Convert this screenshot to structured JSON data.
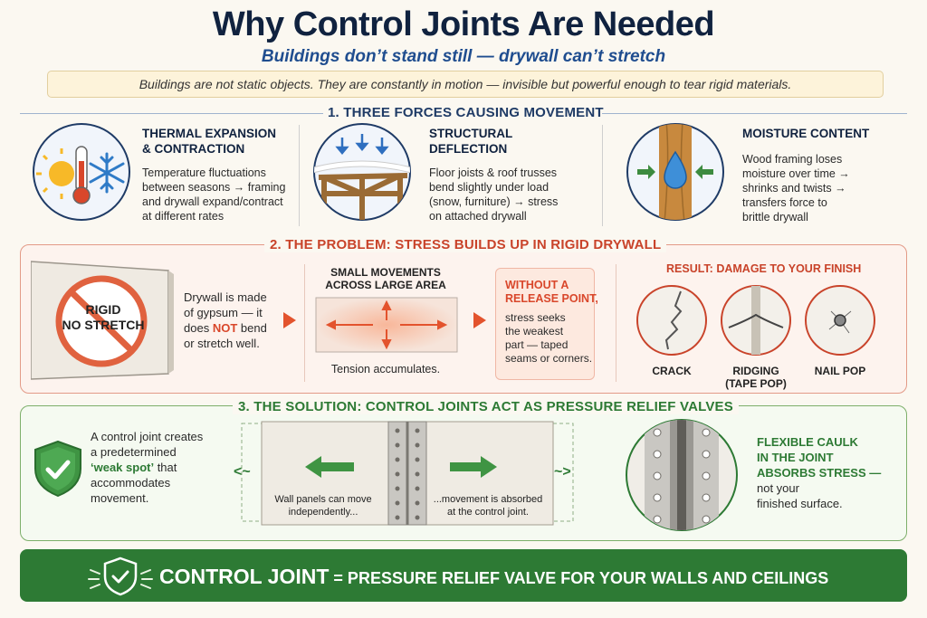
{
  "title": "Why Control Joints Are Needed",
  "subtitle": "Buildings don’t stand still — drywall can’t stretch",
  "intro": "Buildings are not static objects. They are constantly in motion — invisible but powerful enough to tear rigid materials.",
  "section1": {
    "heading": "1. Three Forces Causing Movement",
    "forces": [
      {
        "title_line1": "THERMAL EXPANSION",
        "title_line2": "& CONTRACTION",
        "text": [
          "Temperature fluctuations",
          "between seasons → framing",
          "and drywall expand/contract",
          "at different rates"
        ],
        "icon": "thermometer-sun-snowflake-icon"
      },
      {
        "title_line1": "STRUCTURAL",
        "title_line2": "DEFLECTION",
        "text": [
          "Floor joists & roof trusses",
          "bend slightly under load",
          "(snow, furniture) → stress",
          "on attached drywall"
        ],
        "icon": "roof-truss-icon"
      },
      {
        "title_line1": "MOISTURE CONTENT",
        "title_line2": "",
        "text": [
          "Wood framing loses",
          "moisture over time →",
          "shrinks and twists →",
          "transfers force to",
          "brittle drywall"
        ],
        "icon": "water-drop-wood-icon"
      }
    ]
  },
  "section2": {
    "heading": "2. The Problem: Stress Builds Up in Rigid Drywall",
    "sign_line1": "RIGID",
    "sign_line2": "NO STRETCH",
    "drywall_text": {
      "l1": "Drywall is made",
      "l2": "of gypsum — it",
      "l3a": "does ",
      "l3b": "NOT",
      "l3c": " bend",
      "l4": "or stretch well."
    },
    "small_moves_line1": "SMALL MOVEMENTS",
    "small_moves_line2": "ACROSS LARGE AREA",
    "tension": "Tension accumulates.",
    "release_title_line1": "WITHOUT A",
    "release_title_line2": "RELEASE POINT,",
    "release_text": [
      "stress seeks",
      "the weakest",
      "part — taped",
      "seams or corners."
    ],
    "result_heading": "RESULT: DAMAGE TO YOUR FINISH",
    "damage": [
      {
        "label_line1": "CRACK",
        "label_line2": ""
      },
      {
        "label_line1": "RIDGING",
        "label_line2": "(TAPE POP)"
      },
      {
        "label_line1": "NAIL POP",
        "label_line2": ""
      }
    ]
  },
  "section3": {
    "heading": "3. The Solution: Control Joints Act as Pressure Relief Valves",
    "joint_text_a": [
      "A control joint creates",
      "a predetermined"
    ],
    "joint_text_b": "‘weak spot’",
    "joint_text_c": " that",
    "joint_text_d": [
      "accommodates",
      "movement."
    ],
    "panel_left": [
      "Wall panels can move",
      "independently..."
    ],
    "panel_right": [
      "...movement is absorbed",
      "at the control joint."
    ],
    "caulk_title": [
      "FLEXIBLE CAULK",
      "IN THE JOINT",
      "ABSORBS STRESS —"
    ],
    "caulk_text": [
      "not your",
      "finished surface."
    ]
  },
  "banner": {
    "strong": "CONTROL JOINT",
    "rest": " = PRESSURE RELIEF VALVE FOR YOUR WALLS AND CEILINGS"
  },
  "colors": {
    "navy": "#10223f",
    "blue": "#1f4d8f",
    "red": "#d9472b",
    "green": "#2d7a34"
  }
}
